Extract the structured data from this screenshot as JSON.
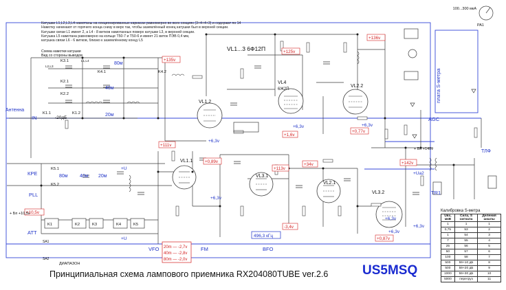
{
  "notes": [
    "Катушки L1,L2,L3,L4 намотаны на секционированных каркасах равномерно во всех секциях (3+4+4+3) и содержат по 14 витков ПЭВ 0,1-0,2 мм",
    "Намотку начинают от горячего конца снизу в верх так, чтобы заземлённый конец катушки был в верхней секции.",
    "Катушки связи L1 имеет 2, а L4 - 8 витков намотанных поверх катушки L3, в верхней секции.",
    "Катушка L5 намотана равномерно на кольце Т50-7 и Т50-6 и имеет 21 виток ПЭВ 0,4 мм,",
    "катушка связи L6 - 6 витков, близко к заземлённому концу L5",
    "Схема намотки катушки",
    "Вид со стороны выводов",
    "L1,L4",
    "L2,L3"
  ],
  "tubes": {
    "vl1": "VL1...3  6Ф12П",
    "vl1_1": "VL1.1",
    "vl1_2": "VL1.2",
    "vl2_1": "VL2.1",
    "vl2_2": "VL2.2",
    "vl3_1": "VL3.1",
    "vl3_2": "VL3.2",
    "vl4": "VL4",
    "vl4_type": "6Ж2П"
  },
  "voltages": [
    "+135v",
    "+125v",
    "+136v",
    "+111v",
    "+0,89v",
    "+113v",
    "+34v",
    "+142v",
    "+1,6v",
    "+0,77v",
    "+10,5v",
    "-3,4v",
    "+0,87v",
    "+6,3v",
    "+U",
    "+Ua2",
    "+ Бп +140v",
    "+ Бп +10,5v",
    "+6,3v"
  ],
  "bands": {
    "b80": "80м",
    "b40": "40м",
    "b20": "20м",
    "band_block": [
      "20m — -2,7v",
      "40m — -2,8v",
      "80m — -2,0v"
    ]
  },
  "freq_box": "496,3 кГц",
  "ports": {
    "antenna": "Антенна",
    "in": "IN",
    "kpe": "КРЕ",
    "pll": "PLL",
    "att": "ATT",
    "vfo": "VFO",
    "fm": "FM",
    "bfo": "BFO",
    "agc": "AGC",
    "tr1": "TR1",
    "tlf": "ТЛФ",
    "sa1": "SA1",
    "sa2": "SA2",
    "diapazon": "ДИАПАЗОН"
  },
  "relays": [
    "K1",
    "K2",
    "K3",
    "K4",
    "K5",
    "K1.1",
    "K1.2",
    "K4.1",
    "K4.2",
    "K5.1",
    "K5.2",
    "K2.1",
    "K2.2",
    "K3.1"
  ],
  "smeter": {
    "label": "плата S-метра",
    "range": "100...300 мкА",
    "pa1": "PA1"
  },
  "attenuator": "-20дБ",
  "calibration": {
    "title": "Калибровка S-метра",
    "headers": [
      "Uвх, мкВ",
      "Сила, S сигнала",
      "Деления шкалы"
    ],
    "rows": [
      [
        "1",
        "1",
        "1"
      ],
      [
        "0,75",
        "53",
        "2"
      ],
      [
        "1",
        "54",
        "3"
      ],
      [
        "7",
        "55",
        "4"
      ],
      [
        "25",
        "56",
        "5"
      ],
      [
        "50",
        "57",
        "6"
      ],
      [
        "100",
        "58",
        "7"
      ],
      [
        "500",
        "59+10 дБ",
        "8"
      ],
      [
        "500",
        "59+20 дБ",
        "9"
      ],
      [
        "1000",
        "59+30 дБ",
        "10"
      ],
      [
        "5000",
        "перегруз",
        "11"
      ]
    ]
  },
  "footer": {
    "title": "Принципиальная схема лампового приемника RX204080TUBE  ver.2.6",
    "author": "US5MSQ"
  },
  "colors": {
    "wire": "#3a3a3a",
    "bus": "#3346d8",
    "voltage": "#d42020",
    "label_blue": "#1f33c8"
  }
}
